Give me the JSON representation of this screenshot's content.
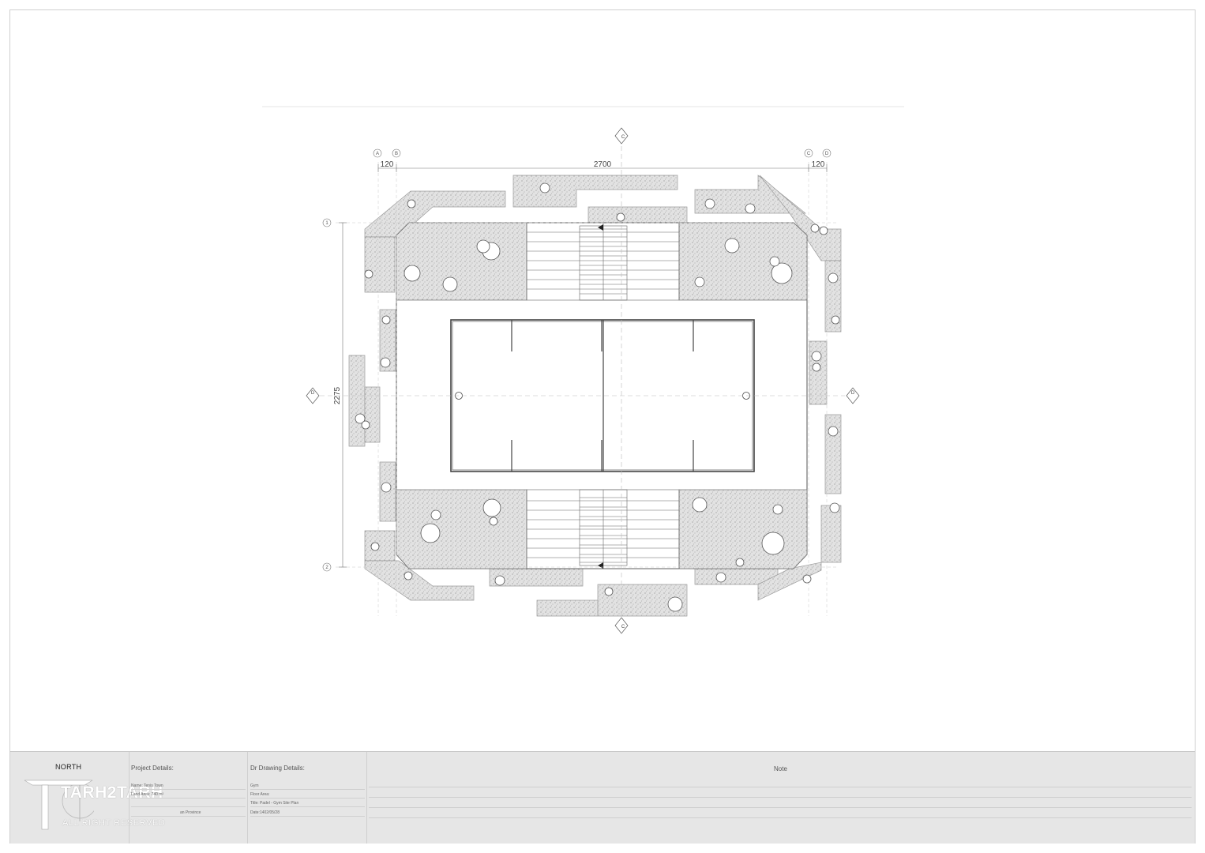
{
  "drawing": {
    "dimensions": {
      "top_left": "120",
      "top_main": "2700",
      "top_right": "120",
      "left_main": "2275"
    },
    "grid_bubbles": {
      "col_a": "A",
      "col_b": "B",
      "col_c": "C",
      "col_d": "D",
      "row_1": "1",
      "row_2": "2"
    },
    "section_marks": {
      "top": "C",
      "bottom": "C",
      "left": "D",
      "right": "D"
    }
  },
  "title_block": {
    "north_label": "NORTH",
    "logo": {
      "name": "TARH2TARH",
      "tagline": "ALL RIGHT RESERVED"
    },
    "project": {
      "heading": "Project Details:",
      "rows": [
        "Name: Tenis Town",
        "Land Area: 740 m²",
        "",
        "an Province"
      ]
    },
    "drawing_details": {
      "heading": "Dr Drawing Details:",
      "rows": [
        "Gym",
        "Floor Area:",
        "Title: Padel - Gym Site Plan",
        "Date:1402/05/28"
      ]
    },
    "note": {
      "heading": "Note"
    }
  },
  "colors": {
    "hatch": "#d6d6d6",
    "line": "#555555",
    "titleblock_bg": "#e6e6e6"
  }
}
